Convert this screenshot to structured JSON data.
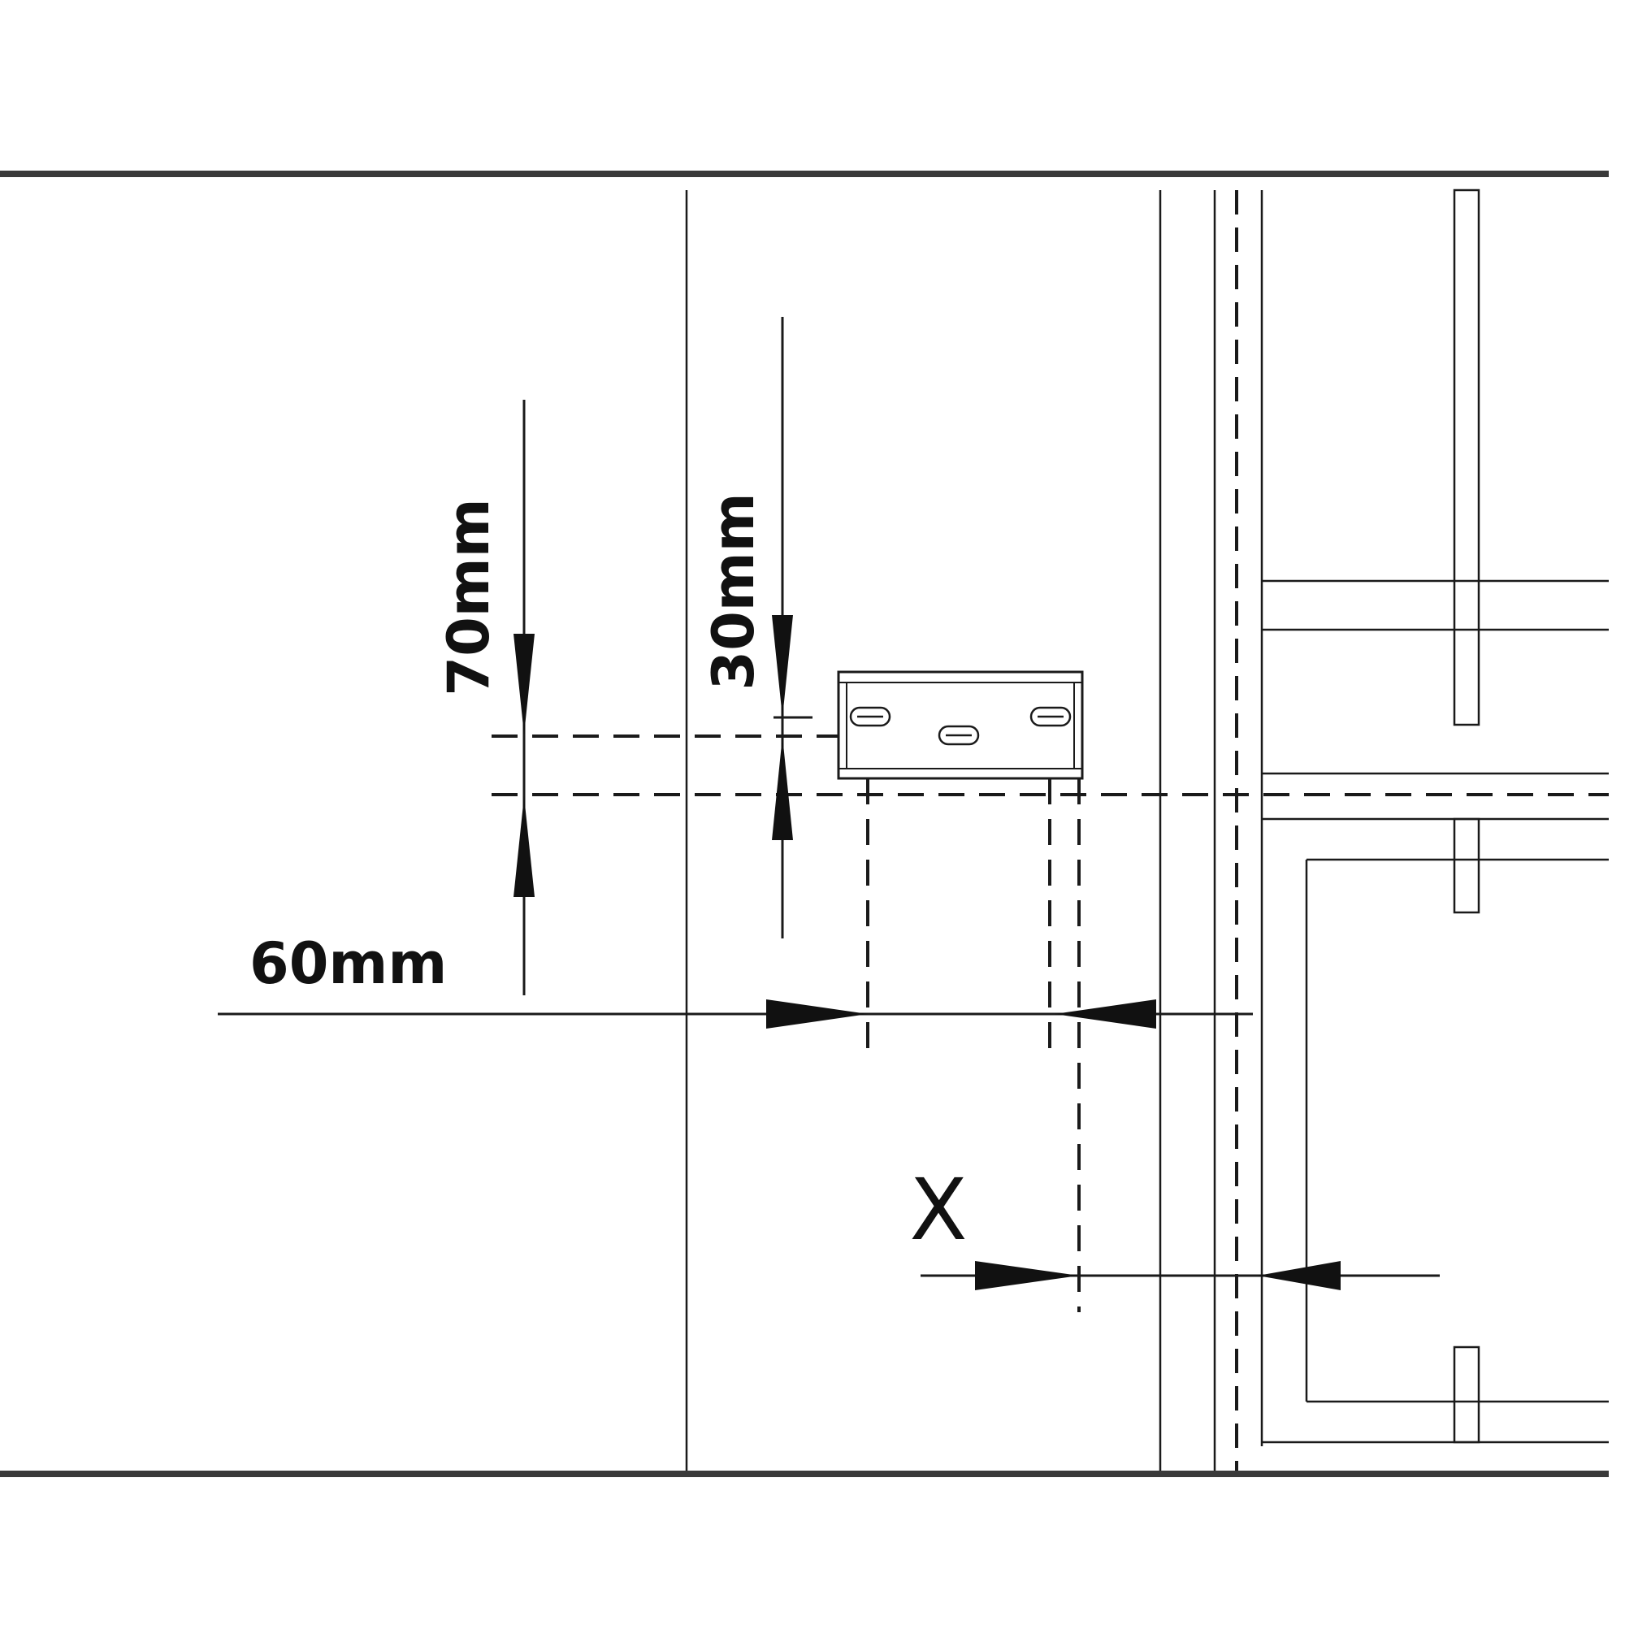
{
  "dimensions": {
    "vertical_70": "70mm",
    "vertical_30": "30mm",
    "horizontal_60": "60mm",
    "unknown_x": "X"
  },
  "colors": {
    "line": "#1a1a1a",
    "background": "#ffffff"
  }
}
